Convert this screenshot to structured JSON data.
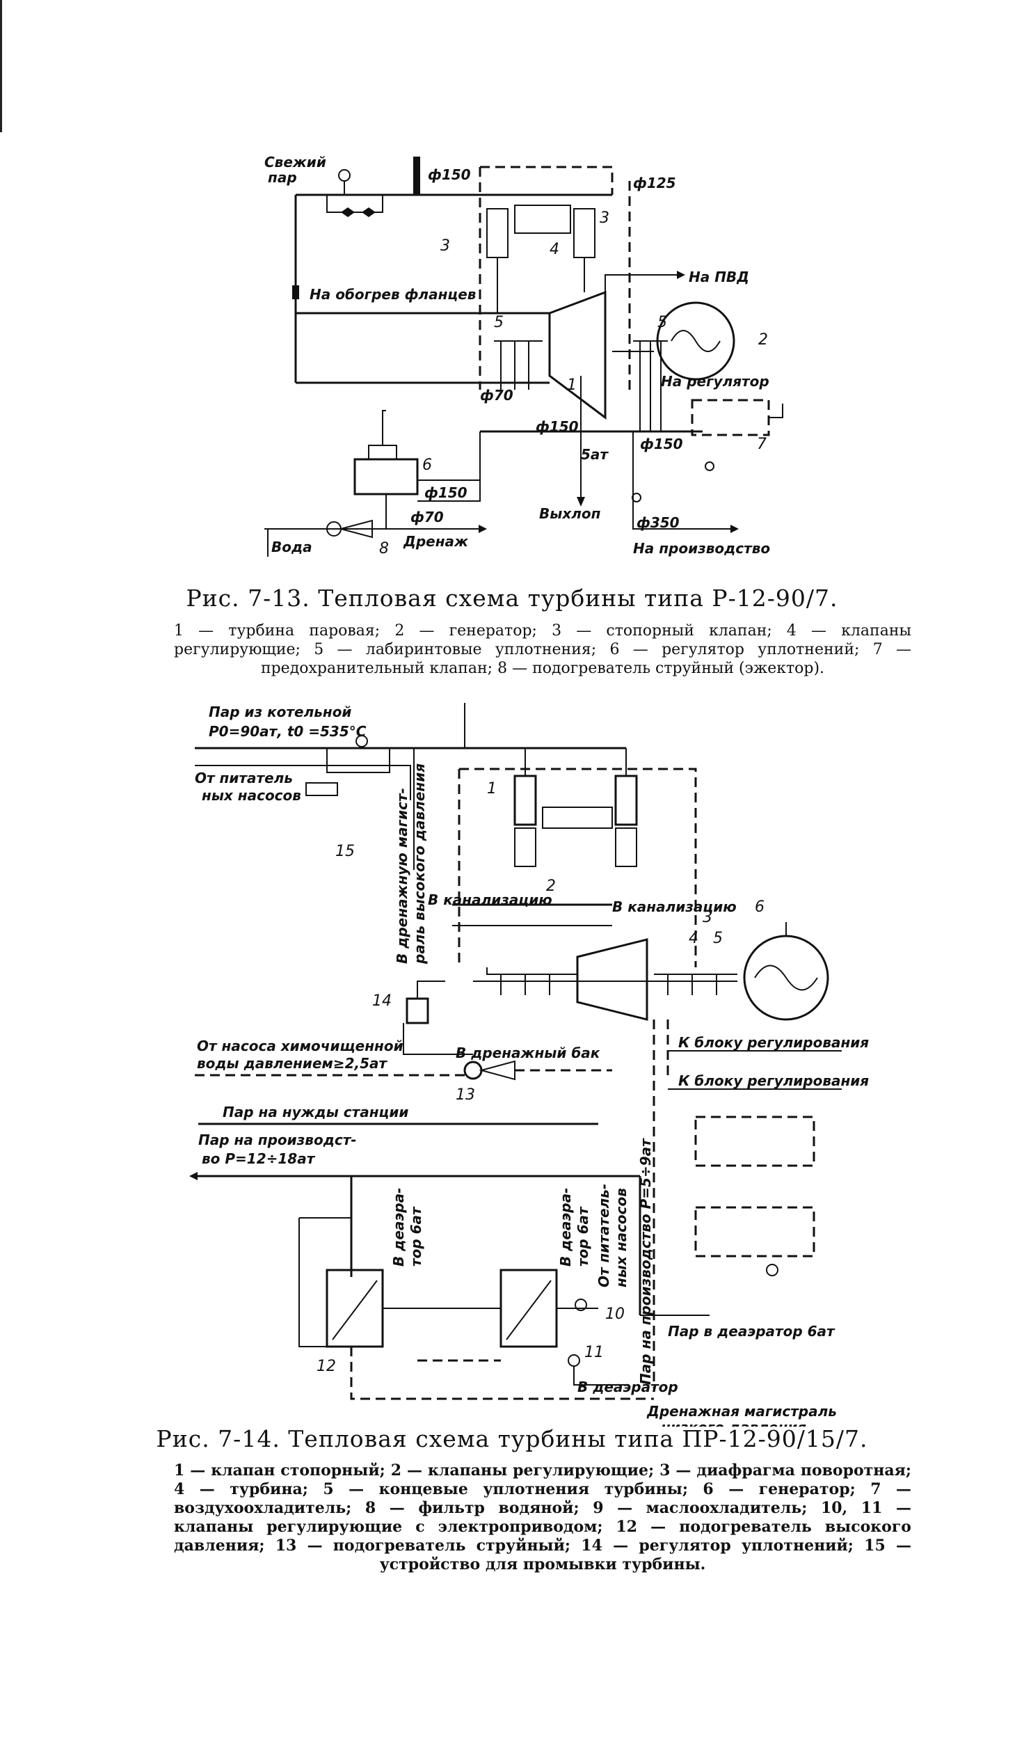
{
  "figure_13": {
    "caption": "Рис. 7-13. Тепловая схема турбины типа Р-12-90/7.",
    "legend": "1 — турбина паровая; 2 — генератор; 3 — стопорный клапан; 4 — клапаны регулирующие; 5 — лабиринтовые уплотнения; 6 — регулятор уплотнений; 7 — предохранительный клапан; 8 — подогреватель струйный (эжектор).",
    "labels": {
      "fresh_steam_1": "Свежий",
      "fresh_steam_2": "пар",
      "d150_top": "ф150",
      "d125": "ф125",
      "flange_heating": "На обогрев фланцев",
      "to_pvd": "На ПВД",
      "to_regulator": "На регулятор",
      "d70_mid": "ф70",
      "d150_mid": "ф150",
      "d150_right": "ф150",
      "five_at": "5ат",
      "d150_low": "ф150",
      "exhaust": "Выхлоп",
      "d350": "ф350",
      "d70_low": "ф70",
      "water": "Вода",
      "drainage": "Дренаж",
      "to_production": "На производство"
    },
    "numbers": [
      "1",
      "2",
      "3",
      "3",
      "4",
      "5",
      "5",
      "6",
      "7",
      "8"
    ]
  },
  "figure_14": {
    "caption": "Рис. 7-14. Тепловая схема турбины типа ПР-12-90/15/7.",
    "legend": "1 — клапан стопорный; 2 — клапаны регулирующие; 3 — диафрагма поворотная; 4 — турбина; 5 — концевые уплотнения турбины; 6 — генератор; 7 — воздухоохладитель; 8 — фильтр водяной; 9 — маслоохладитель; 10, 11 — клапаны регулирующие с электроприводом; 12 — подогреватель высокого давления; 13 — подогреватель струйный; 14 — регулятор уплотнений; 15 — устройство для промывки турбины.",
    "labels": {
      "steam_from_boiler": "Пар из котельной",
      "p0_t0": "P0=90ат, t0 =535°C",
      "from_feed_1": "От питатель",
      "from_feed_2": "ных насосов",
      "drain_hp_1": "В дренажную магист-",
      "drain_hp_2": "раль высокого давления",
      "to_sewer_left": "В канализацию",
      "to_sewer_right": "В канализацию",
      "from_pump_1": "От насоса химочищенной",
      "from_pump_2": "воды давлением≥2,5ат",
      "drain_tank": "В дренажный бак",
      "to_reg_block_1": "К блоку регулирования",
      "to_reg_block_2": "К блоку регулирования",
      "station_steam": "Пар на нужды станции",
      "prod_steam_1": "Пар на производст-",
      "prod_steam_2": "во P=12÷18ат",
      "deaerator_6at_1": "В деаэра-",
      "deaerator_6at_2": "тор 6ат",
      "deaerator_6at_b1": "В деаэра-",
      "deaerator_6at_b2": "тор 6ат",
      "from_feed_pumps_1": "От питатель-",
      "from_feed_pumps_2": "ных насосов",
      "steam_prod_vert": "Пар на производство P=5÷9ат",
      "steam_deaerator": "Пар в деаэратор 6ат",
      "to_deaerator": "В деаэратор",
      "drain_lp_1": "Дренажная магистраль",
      "drain_lp_2": "низкого давления"
    },
    "numbers": [
      "1",
      "2",
      "3",
      "4",
      "5",
      "6",
      "10",
      "11",
      "12",
      "13",
      "14",
      "15"
    ]
  }
}
